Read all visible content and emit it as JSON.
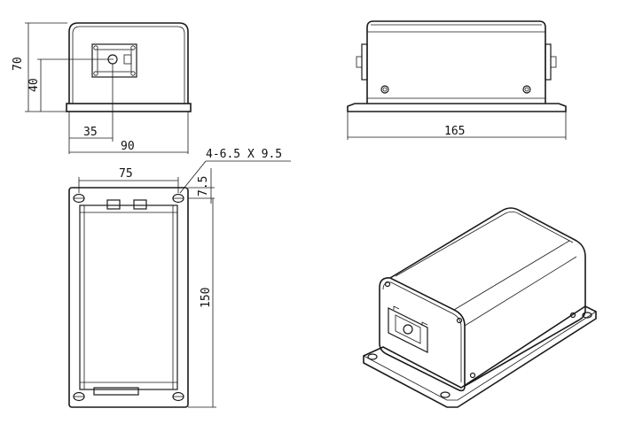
{
  "views": {
    "front": {
      "width_label": "90",
      "offset_label": "35",
      "height_label": "70",
      "inner_height_label": "40"
    },
    "side": {
      "length_label": "165"
    },
    "top": {
      "hole_spacing_label": "75",
      "length_label": "150",
      "hole_label": "4-6.5 X 9.5",
      "edge_label": "7.5"
    }
  }
}
